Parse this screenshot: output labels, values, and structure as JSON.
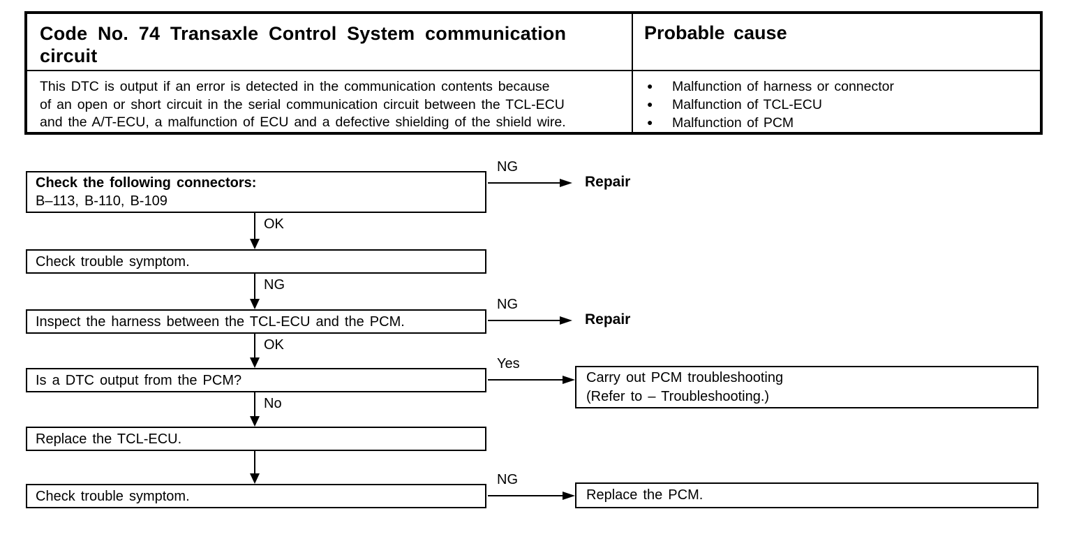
{
  "header_table": {
    "code_title": "Code No. 74 Transaxle Control System communication circuit",
    "probable_cause_label": "Probable cause",
    "description_lines": [
      "This DTC is output if an error is detected in the communication contents because",
      "of an open or short circuit in the serial communication circuit between the TCL-ECU",
      "and the A/T-ECU, a malfunction of ECU and a defective shielding of the shield wire."
    ],
    "bullet_icon": "●",
    "probable_causes": [
      "Malfunction of harness or connector",
      "Malfunction of TCL-ECU",
      "Malfunction of PCM"
    ]
  },
  "flowchart": {
    "step1": {
      "title": "Check the following connectors:",
      "detail": "B–113, B-110, B-109"
    },
    "step2": {
      "text": "Check trouble symptom."
    },
    "step3": {
      "text": "Inspect the harness between the TCL-ECU and the PCM."
    },
    "step4": {
      "text": "Is a DTC output from the PCM?"
    },
    "step5": {
      "text": "Replace the TCL-ECU."
    },
    "step6": {
      "text": "Check trouble symptom."
    },
    "edge_labels": {
      "step1_ok": "OK",
      "step2_ng": "NG",
      "step3_ok": "OK",
      "step4_no": "No"
    },
    "branch1": {
      "label": "NG",
      "result": "Repair"
    },
    "branch3": {
      "label": "NG",
      "result": "Repair"
    },
    "branch4": {
      "label": "Yes",
      "result_line1": "Carry out PCM troubleshooting",
      "result_line2": "(Refer to – Troubleshooting.)"
    },
    "branch6": {
      "label": "NG",
      "result": "Replace the PCM."
    }
  },
  "colors": {
    "background": "#ffffff",
    "ink": "#000000"
  }
}
